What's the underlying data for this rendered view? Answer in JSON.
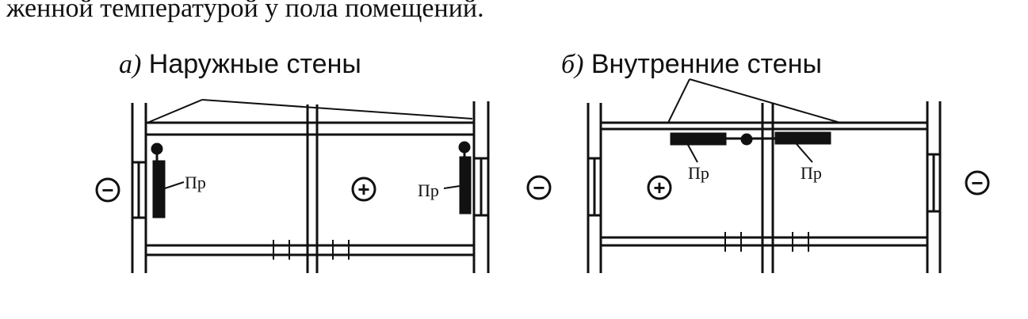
{
  "page": {
    "top_text": "женной температурой у пола помещений."
  },
  "diagram_a": {
    "label": "а)",
    "title": "Наружные стены",
    "heater_label": "Пр",
    "outside_sign": "−",
    "room_sign": "+"
  },
  "diagram_b": {
    "label": "б)",
    "title": "Внутренние стены",
    "heater_label": "Пр",
    "outside_sign": "−",
    "room_sign": "+"
  }
}
